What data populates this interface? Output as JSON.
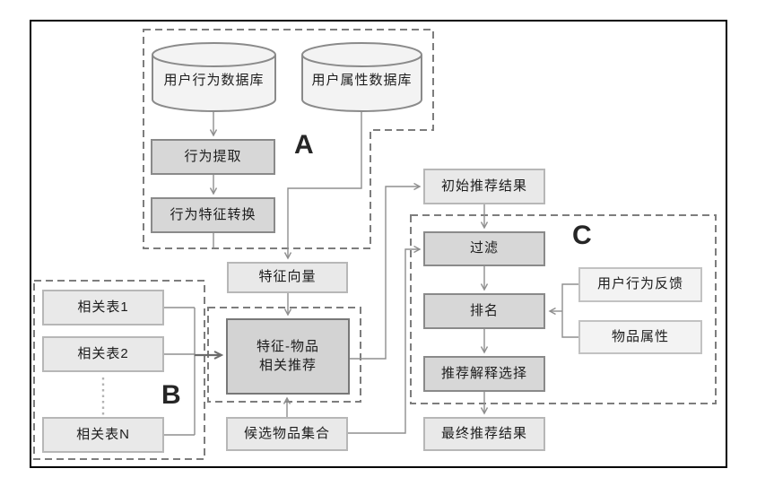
{
  "diagram": {
    "title": "recommendation-pipeline-flowchart",
    "section_labels": {
      "a": "A",
      "b": "B",
      "c": "C"
    },
    "nodes": {
      "user_behavior_db": "用户行为数据库",
      "user_attribute_db": "用户属性数据库",
      "behavior_extraction": "行为提取",
      "behavior_feature_conversion": "行为特征转换",
      "feature_vector": "特征向量",
      "related_table_1": "相关表1",
      "related_table_2": "相关表2",
      "related_table_n": "相关表N",
      "feature_item_rec_line1": "特征-物品",
      "feature_item_rec_line2": "相关推荐",
      "candidate_item_set": "候选物品集合",
      "initial_results": "初始推荐结果",
      "filter": "过滤",
      "ranking": "排名",
      "explanation_selection": "推荐解释选择",
      "final_results": "最终推荐结果",
      "user_behavior_feedback": "用户行为反馈",
      "item_attributes": "物品属性"
    },
    "colors": {
      "frame": "#000000",
      "dashed_border": "#7d7d7d",
      "process_fill": "#d7d7d7",
      "process_border": "#8a8a8a",
      "light_fill": "#e9e9e9",
      "light_border": "#b7b7b7",
      "feedback_fill": "#f3f3f3",
      "connector": "#8f8f8f",
      "bold_connector": "#6b6b6b",
      "text": "#1c1c1c"
    }
  }
}
